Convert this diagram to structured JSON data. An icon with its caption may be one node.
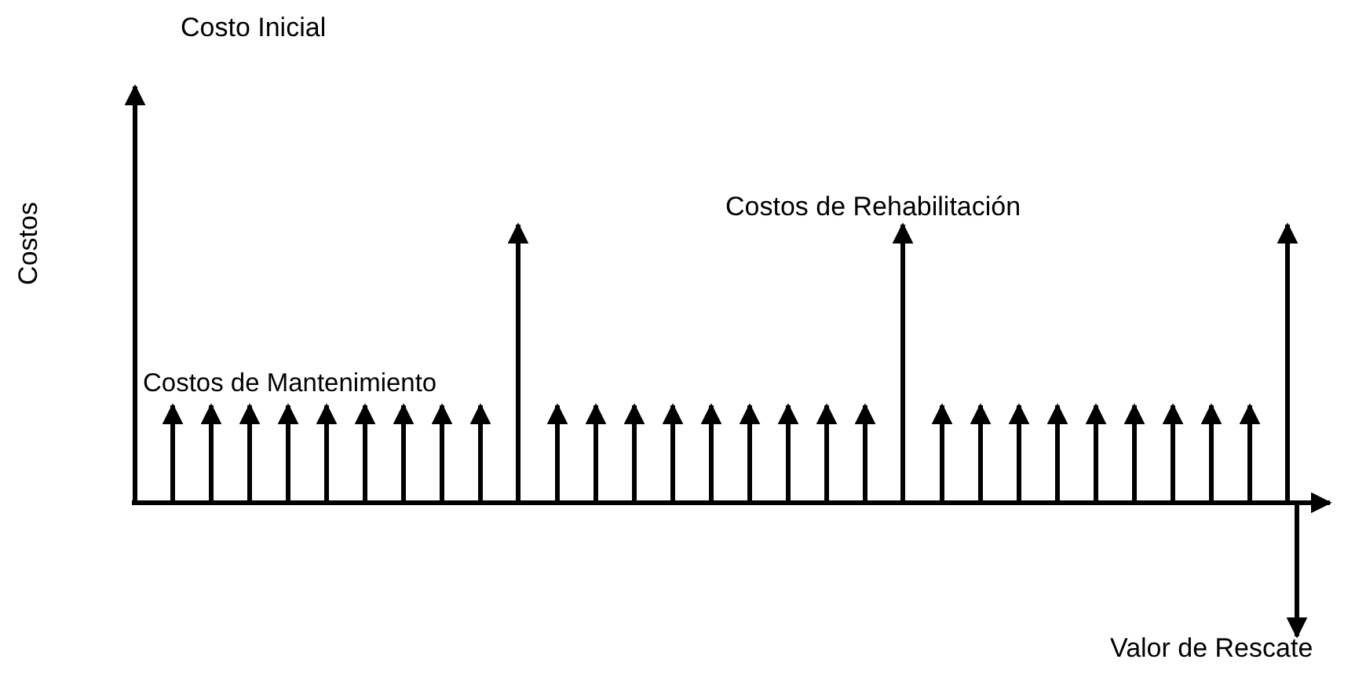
{
  "diagram": {
    "labels": [
      "Costo Inicial",
      "Costos de Rehabilitación",
      "Costos",
      "Costos de Mantenimiento",
      "Valor de Rescate"
    ]
  }
}
